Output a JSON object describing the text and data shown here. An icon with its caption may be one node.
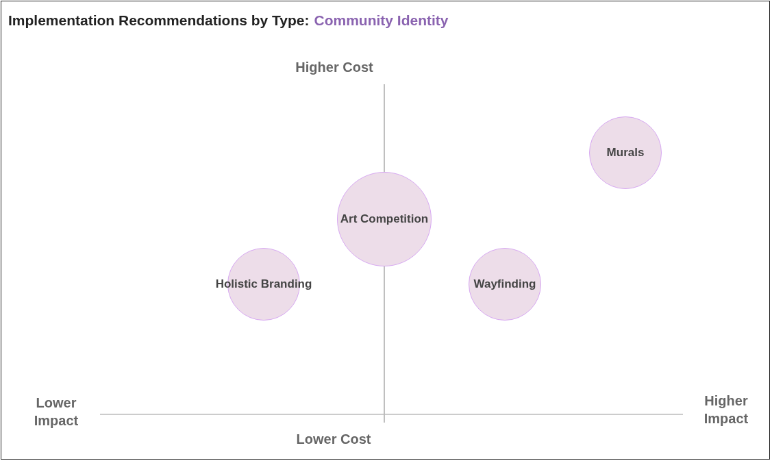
{
  "diagram": {
    "title": "Implementation Recommendations by Type:",
    "nodes": [
      {
        "text": [
          "Murals"
        ]
      },
      {
        "text": [
          "Art Competition"
        ]
      },
      {
        "text": [
          "Holistic Branding"
        ]
      },
      {
        "text": [
          "Wayfinding"
        ]
      }
    ],
    "edges": [],
    "labels": [
      "Community Identity",
      "Higher Cost",
      "Lower Impact",
      "Higher Impact",
      "Lower Cost"
    ]
  }
}
